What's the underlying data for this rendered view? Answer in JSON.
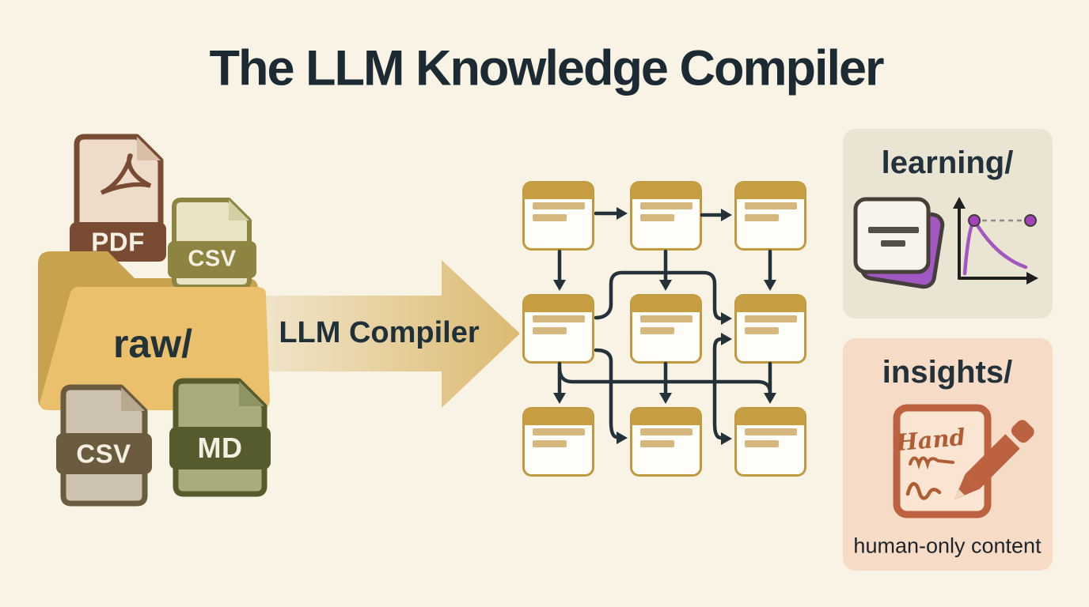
{
  "title": "The LLM Knowledge Compiler",
  "source": {
    "folder_label": "raw/",
    "file_badges": {
      "pdf": "PDF",
      "csv_top": "CSV",
      "csv_bottom": "CSV",
      "md": "MD"
    }
  },
  "compiler": {
    "arrow_label": "LLM Compiler"
  },
  "knowledge_graph": {
    "card_rows": 3,
    "card_cols": 3
  },
  "outputs": {
    "learning": {
      "title": "learning/"
    },
    "insights": {
      "title": "insights/",
      "note_text": "Hand",
      "caption": "human-only content"
    }
  },
  "icons": {
    "folder": "folder-icon",
    "pdf_file": "pdf-file-icon",
    "csv_file": "csv-file-icon",
    "md_file": "md-file-icon",
    "compiler_arrow": "big-arrow-icon",
    "note_card": "note-card-icon",
    "flashcards": "flashcards-icon",
    "forgetting_curve": "forgetting-curve-chart-icon",
    "handwritten_note": "handwritten-note-icon",
    "pencil": "pencil-icon"
  },
  "colors": {
    "background": "#f8f3e4",
    "title_text": "#1c2a33",
    "folder_front": "#eac06c",
    "folder_back": "#c9a24f",
    "card_gold": "#c89e43",
    "connector": "#253139",
    "learning_panel": "#eae5d3",
    "insights_panel": "#f6dcc6",
    "purple": "#a158c2",
    "terracotta": "#bd6240",
    "pdf_brown": "#7a4b33",
    "csv_olive": "#8c8440",
    "csv_taupe": "#6b5c3f",
    "md_olive": "#565b2d"
  }
}
